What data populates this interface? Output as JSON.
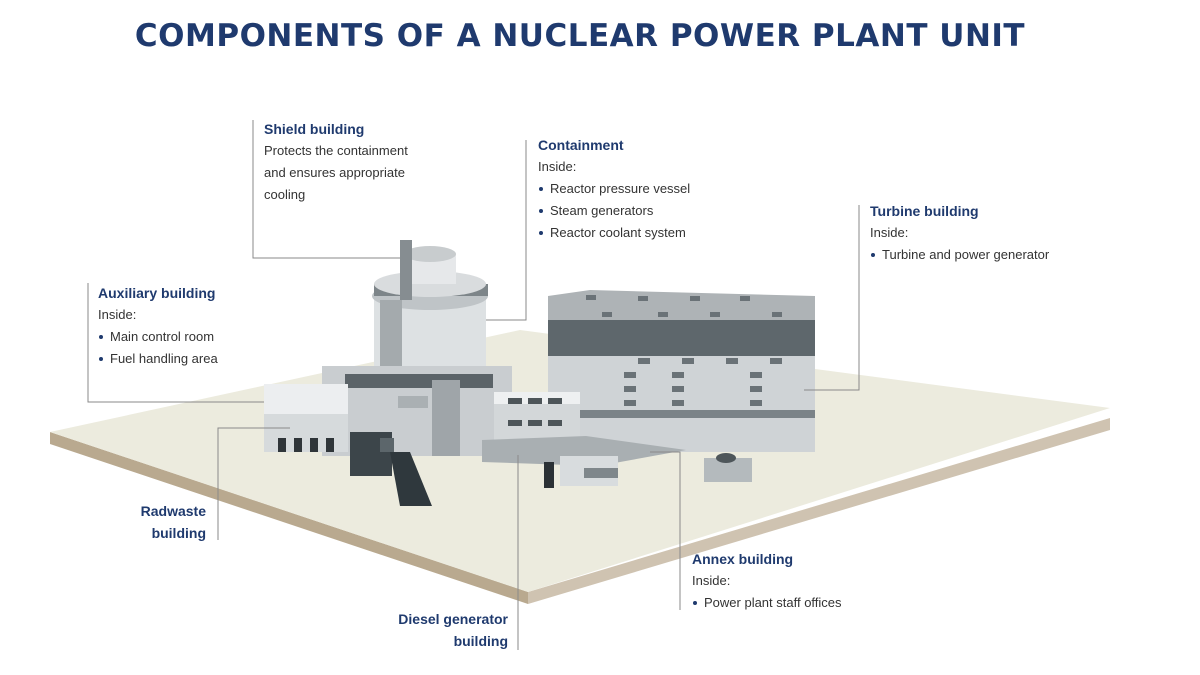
{
  "title": "COMPONENTS OF A NUCLEAR POWER PLANT UNIT",
  "labels": {
    "shield": {
      "heading": "Shield building",
      "text": [
        "Protects the containment",
        "and ensures appropriate",
        "cooling"
      ]
    },
    "containment": {
      "heading": "Containment",
      "sub": "Inside:",
      "items": [
        "Reactor pressure vessel",
        "Steam generators",
        "Reactor coolant system"
      ]
    },
    "turbine": {
      "heading": "Turbine building",
      "sub": "Inside:",
      "items": [
        "Turbine and power generator"
      ]
    },
    "auxiliary": {
      "heading": "Auxiliary building",
      "sub": "Inside:",
      "items": [
        "Main control room",
        "Fuel handling area"
      ]
    },
    "radwaste": {
      "heading": [
        "Radwaste",
        "building"
      ]
    },
    "diesel": {
      "heading": [
        "Diesel generator",
        "building"
      ]
    },
    "annex": {
      "heading": "Annex building",
      "sub": "Inside:",
      "items": [
        "Power plant staff offices"
      ]
    }
  },
  "colors": {
    "title": "#1f3a6e",
    "ground": "#ecebde",
    "ground_edge": "#c9bfae",
    "building": "#cfd3d6",
    "dark": "#5c6469"
  }
}
